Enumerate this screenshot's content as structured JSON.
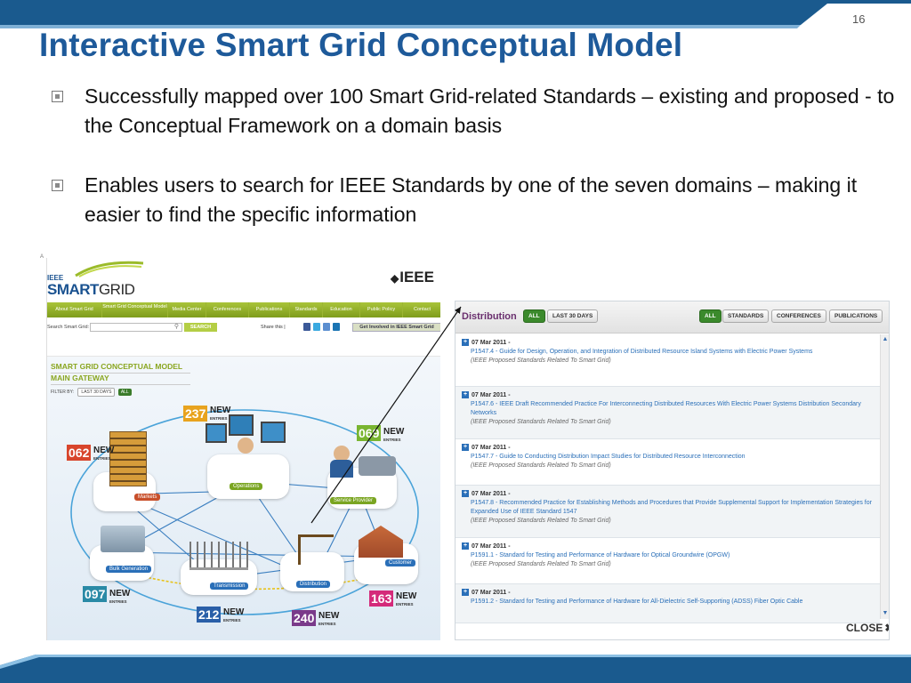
{
  "slide": {
    "number": "16",
    "title": "Interactive Smart Grid Conceptual Model",
    "bullets": [
      "Successfully mapped over 100 Smart Grid-related Standards – existing and proposed - to the Conceptual Framework on a domain basis",
      "Enables users to search for IEEE Standards by one of the seven domains – making it easier to find the specific information"
    ],
    "colors": {
      "title": "#1e5a9a",
      "band": "#1a5a8e",
      "accent_green": "#8aa620"
    }
  },
  "left_shot": {
    "corner_mark": "A",
    "logo_top": "IEEE",
    "logo_main_a": "SMART",
    "logo_main_b": "GRID",
    "ieee_logo": "IEEE",
    "nav": [
      "About Smart Grid",
      "Smart Grid Conceptual Model",
      "Media Center",
      "Conferences",
      "Publications",
      "Standards",
      "Education",
      "Public Policy",
      "Contact"
    ],
    "search_label": "Search Smart Grid:",
    "search_button": "SEARCH",
    "share_label": "Share this |",
    "get_involved": "Get Involved in IEEE Smart Grid",
    "map_title_1": "SMART GRID CONCEPTUAL MODEL",
    "map_title_2": "MAIN GATEWAY",
    "filter_label": "FILTER BY:",
    "filter_last30": "LAST 30 DAYS",
    "filter_all": "ALL",
    "new_word": "NEW",
    "entries_word": "ENTRIES",
    "domains": [
      {
        "name": "Markets",
        "count": "062"
      },
      {
        "name": "Operations",
        "count": "237"
      },
      {
        "name": "Service Provider",
        "count": "069"
      },
      {
        "name": "Bulk Generation",
        "count": "097"
      },
      {
        "name": "Transmission",
        "count": "212"
      },
      {
        "name": "Distribution",
        "count": "240"
      },
      {
        "name": "Customer",
        "count": "163"
      }
    ]
  },
  "right_shot": {
    "heading": "Distribution",
    "all": "ALL",
    "last30": "LAST 30 DAYS",
    "filter_all": "ALL",
    "standards": "STANDARDS",
    "conferences": "CONFERENCES",
    "publications": "PUBLICATIONS",
    "close": "CLOSE",
    "items": [
      {
        "date": "07 Mar 2011 -",
        "text": "P1547.4 - Guide for Design, Operation, and Integration of Distributed Resource Island Systems with Electric Power Systems",
        "tag": "(IEEE Proposed Standards Related To Smart Grid)"
      },
      {
        "date": "07 Mar 2011 -",
        "text": "P1547.6 - IEEE Draft Recommended Practice For Interconnecting Distributed Resources With Electric Power Systems Distribution Secondary Networks",
        "tag": "(IEEE Proposed Standards Related To Smart Grid)"
      },
      {
        "date": "07 Mar 2011 -",
        "text": "P1547.7 - Guide to Conducting Distribution Impact Studies for Distributed Resource Interconnection",
        "tag": "(IEEE Proposed Standards Related To Smart Grid)"
      },
      {
        "date": "07 Mar 2011 -",
        "text": "P1547.8 - Recommended Practice for Establishing Methods and Procedures that Provide Supplemental Support for Implementation Strategies for Expanded Use of IEEE Standard 1547",
        "tag": "(IEEE Proposed Standards Related To Smart Grid)"
      },
      {
        "date": "07 Mar 2011 -",
        "text": "P1591.1 - Standard for Testing and Performance of Hardware for Optical Groundwire (OPGW)",
        "tag": "(IEEE Proposed Standards Related To Smart Grid)"
      },
      {
        "date": "07 Mar 2011 -",
        "text": "P1591.2 - Standard for Testing and Performance of Hardware for All-Dielectric Self-Supporting (ADSS) Fiber Optic Cable",
        "tag": ""
      }
    ]
  }
}
